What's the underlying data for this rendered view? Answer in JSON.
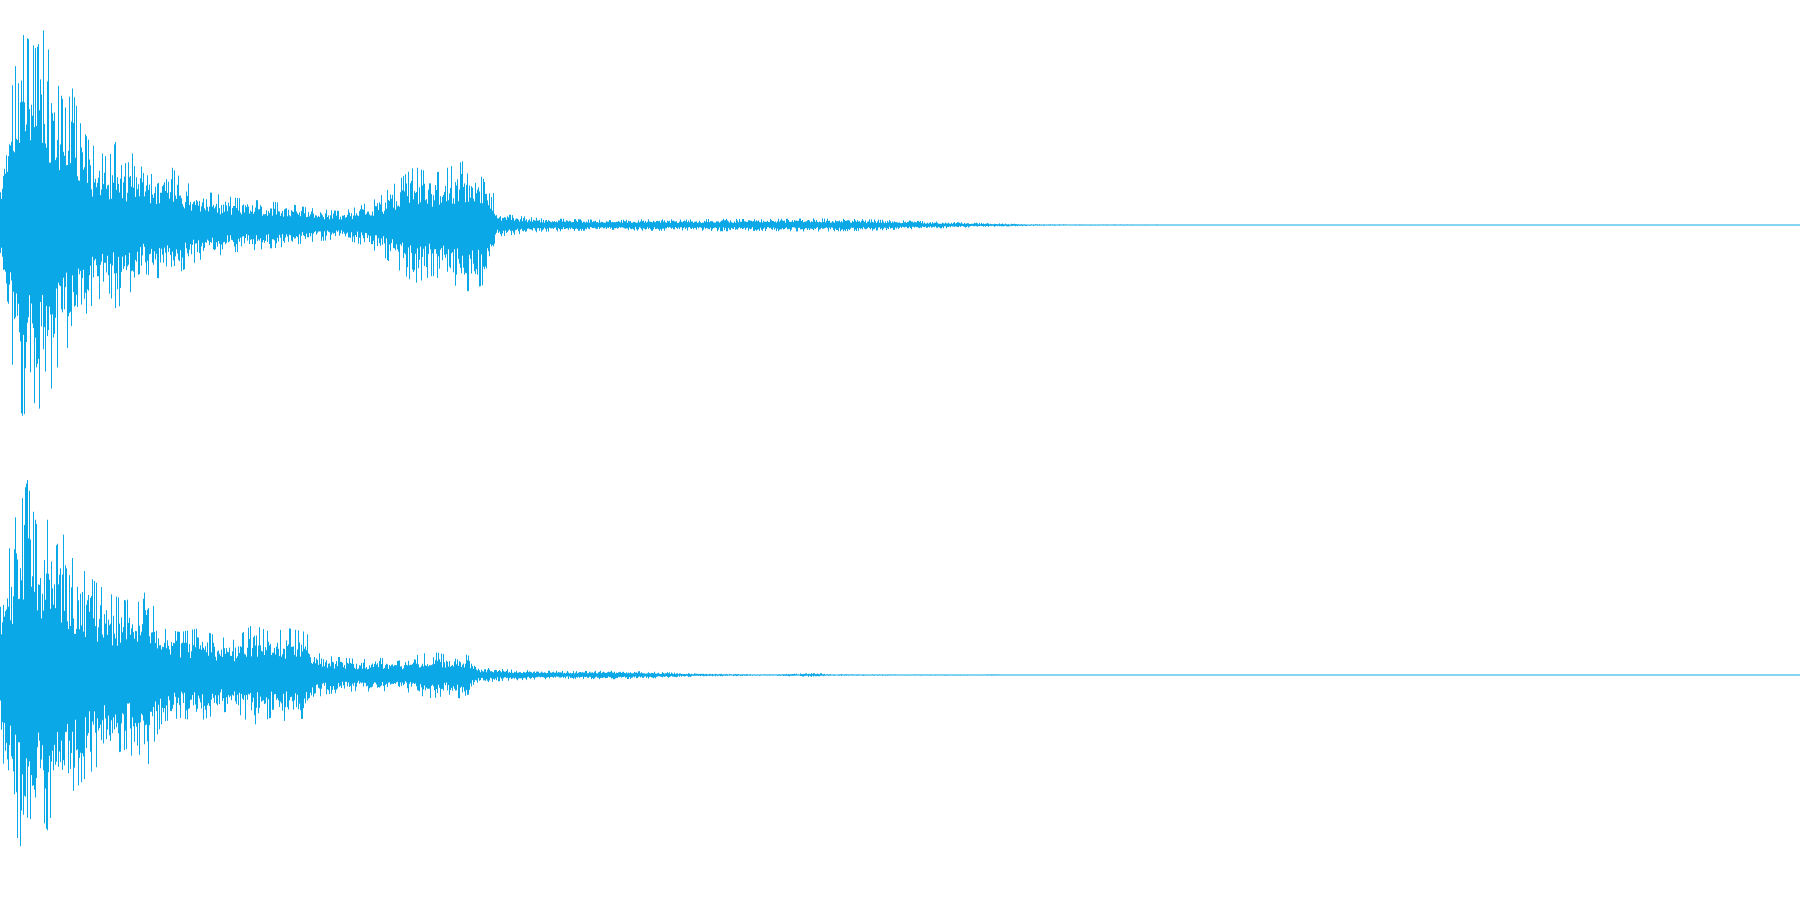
{
  "colors": {
    "background": "#ffffff",
    "waveform": "#0aa8e6"
  },
  "channels": [
    {
      "name": "channel-1",
      "envelope": [
        [
          0.0,
          0.22
        ],
        [
          0.004,
          0.55
        ],
        [
          0.008,
          0.8
        ],
        [
          0.012,
          0.98
        ],
        [
          0.016,
          0.95
        ],
        [
          0.02,
          0.9
        ],
        [
          0.024,
          1.0
        ],
        [
          0.028,
          0.85
        ],
        [
          0.032,
          0.72
        ],
        [
          0.036,
          0.6
        ],
        [
          0.04,
          0.7
        ],
        [
          0.045,
          0.5
        ],
        [
          0.05,
          0.42
        ],
        [
          0.055,
          0.38
        ],
        [
          0.06,
          0.34
        ],
        [
          0.065,
          0.45
        ],
        [
          0.07,
          0.3
        ],
        [
          0.075,
          0.4
        ],
        [
          0.08,
          0.25
        ],
        [
          0.09,
          0.28
        ],
        [
          0.095,
          0.3
        ],
        [
          0.1,
          0.24
        ],
        [
          0.11,
          0.18
        ],
        [
          0.12,
          0.16
        ],
        [
          0.13,
          0.14
        ],
        [
          0.14,
          0.13
        ],
        [
          0.15,
          0.12
        ],
        [
          0.16,
          0.11
        ],
        [
          0.17,
          0.09
        ],
        [
          0.18,
          0.08
        ],
        [
          0.19,
          0.07
        ],
        [
          0.2,
          0.1
        ],
        [
          0.21,
          0.14
        ],
        [
          0.22,
          0.22
        ],
        [
          0.23,
          0.3
        ],
        [
          0.235,
          0.28
        ],
        [
          0.24,
          0.26
        ],
        [
          0.25,
          0.3
        ],
        [
          0.26,
          0.34
        ],
        [
          0.27,
          0.3
        ],
        [
          0.274,
          0.16
        ],
        [
          0.276,
          0.06
        ],
        [
          0.29,
          0.045
        ],
        [
          0.3,
          0.035
        ],
        [
          0.32,
          0.03
        ],
        [
          0.34,
          0.025
        ],
        [
          0.36,
          0.03
        ],
        [
          0.38,
          0.028
        ],
        [
          0.4,
          0.032
        ],
        [
          0.42,
          0.03
        ],
        [
          0.45,
          0.034
        ],
        [
          0.48,
          0.03
        ],
        [
          0.5,
          0.024
        ],
        [
          0.52,
          0.018
        ],
        [
          0.54,
          0.012
        ],
        [
          0.56,
          0.007
        ],
        [
          0.58,
          0.004
        ],
        [
          0.6,
          0.003
        ],
        [
          0.64,
          0.003
        ],
        [
          0.66,
          0.002
        ],
        [
          0.7,
          0.002
        ],
        [
          0.75,
          0.002
        ],
        [
          0.8,
          0.001
        ],
        [
          1.0,
          0.0
        ]
      ]
    },
    {
      "name": "channel-2",
      "envelope": [
        [
          0.0,
          0.35
        ],
        [
          0.004,
          0.6
        ],
        [
          0.008,
          0.8
        ],
        [
          0.012,
          0.9
        ],
        [
          0.015,
          1.0
        ],
        [
          0.018,
          0.85
        ],
        [
          0.022,
          0.7
        ],
        [
          0.026,
          0.8
        ],
        [
          0.03,
          0.65
        ],
        [
          0.035,
          0.72
        ],
        [
          0.04,
          0.6
        ],
        [
          0.045,
          0.55
        ],
        [
          0.05,
          0.5
        ],
        [
          0.055,
          0.46
        ],
        [
          0.06,
          0.42
        ],
        [
          0.065,
          0.4
        ],
        [
          0.07,
          0.38
        ],
        [
          0.075,
          0.44
        ],
        [
          0.08,
          0.62
        ],
        [
          0.083,
          0.4
        ],
        [
          0.09,
          0.24
        ],
        [
          0.1,
          0.22
        ],
        [
          0.11,
          0.24
        ],
        [
          0.12,
          0.2
        ],
        [
          0.13,
          0.18
        ],
        [
          0.14,
          0.26
        ],
        [
          0.15,
          0.22
        ],
        [
          0.16,
          0.24
        ],
        [
          0.17,
          0.22
        ],
        [
          0.175,
          0.12
        ],
        [
          0.18,
          0.1
        ],
        [
          0.19,
          0.09
        ],
        [
          0.2,
          0.08
        ],
        [
          0.21,
          0.09
        ],
        [
          0.22,
          0.07
        ],
        [
          0.23,
          0.1
        ],
        [
          0.24,
          0.12
        ],
        [
          0.25,
          0.1
        ],
        [
          0.255,
          0.12
        ],
        [
          0.26,
          0.1
        ],
        [
          0.265,
          0.04
        ],
        [
          0.28,
          0.03
        ],
        [
          0.3,
          0.022
        ],
        [
          0.32,
          0.02
        ],
        [
          0.34,
          0.022
        ],
        [
          0.36,
          0.018
        ],
        [
          0.38,
          0.01
        ],
        [
          0.4,
          0.006
        ],
        [
          0.43,
          0.004
        ],
        [
          0.455,
          0.01
        ],
        [
          0.46,
          0.005
        ],
        [
          0.5,
          0.003
        ],
        [
          0.55,
          0.003
        ],
        [
          0.59,
          0.002
        ],
        [
          0.62,
          0.001
        ],
        [
          0.65,
          0.001
        ],
        [
          1.0,
          0.0
        ]
      ]
    }
  ]
}
